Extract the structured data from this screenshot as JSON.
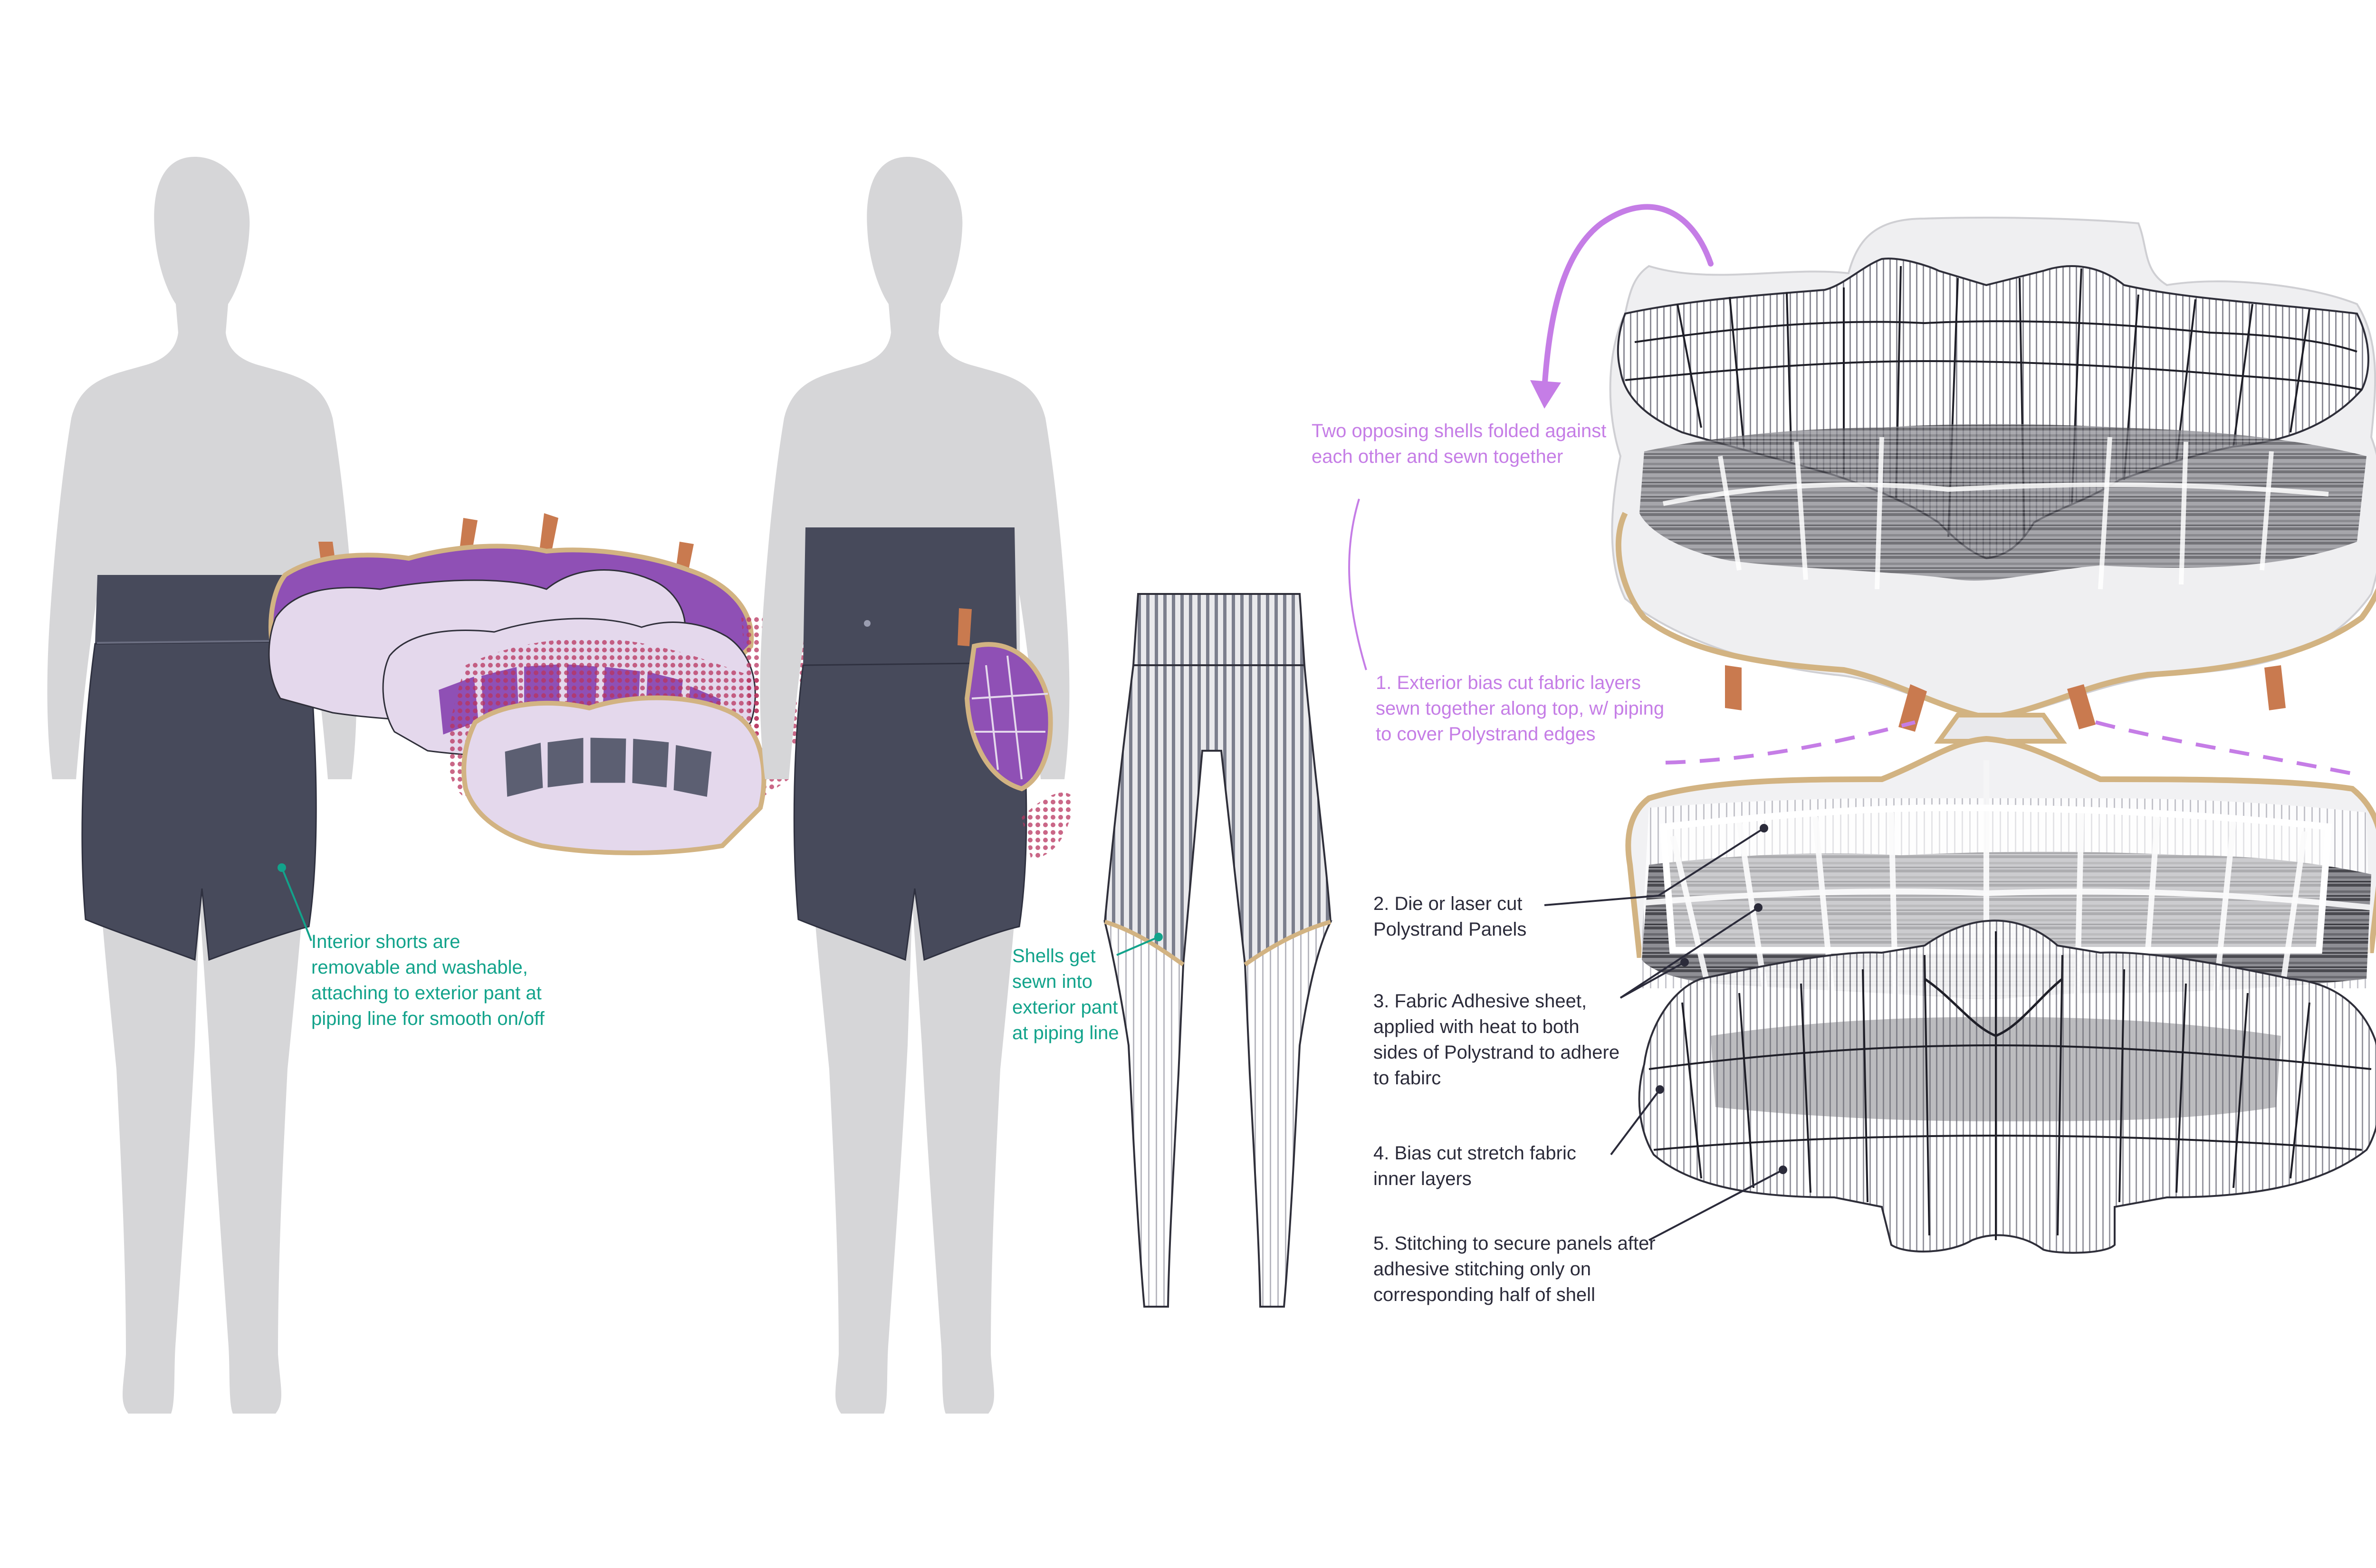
{
  "colors": {
    "body_silhouette": "#d6d6d8",
    "shorts": "#474a5b",
    "shell_purple": "#8f50b5",
    "shell_lavender": "#e4d8ec",
    "mesh_magenta": "#b8345f",
    "piping_tan": "#d2b382",
    "tab_rust": "#c97a4f",
    "leggings_stripe": "#7c7f8d",
    "teal_annotation": "#12a38b",
    "violet_annotation": "#c57de6",
    "dark_annotation": "#2b2b3a"
  },
  "left_figure": {
    "note": "Interior shorts are removable and washable, attaching to exterior pant at piping line for smooth on/off"
  },
  "leggings": {
    "note": "Shells get sewn into exterior pant at piping line"
  },
  "assembly": {
    "fold_note": "Two opposing shells folded against each other and sewn together",
    "steps": [
      "1. Exterior bias cut fabric layers sewn together along top, w/ piping to cover Polystrand edges",
      "2. Die or laser cut Polystrand Panels",
      "3. Fabric Adhesive sheet, applied with heat to both sides of Polystrand to adhere to fabirc",
      "4. Bias cut stretch fabric inner layers",
      "5. Stitching to secure panels after adhesive stitching only on corresponding half of shell"
    ]
  }
}
